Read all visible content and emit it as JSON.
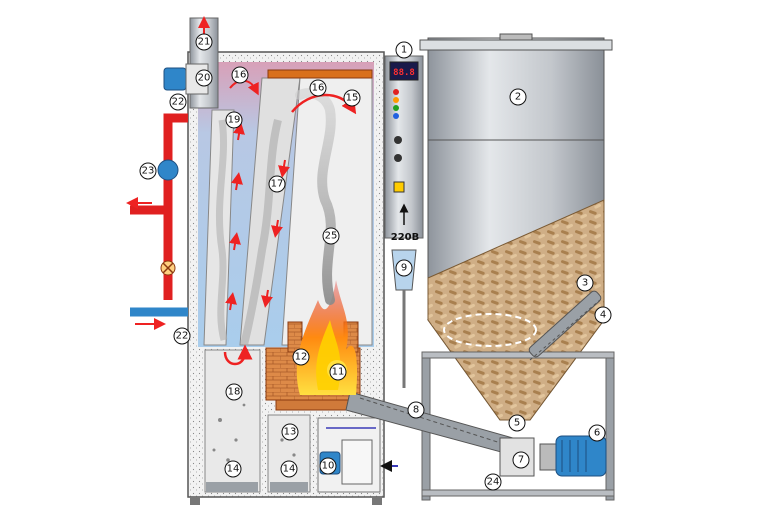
{
  "diagram": {
    "callouts": [
      "1",
      "2",
      "3",
      "4",
      "5",
      "6",
      "7",
      "8",
      "9",
      "10",
      "11",
      "12",
      "13",
      "14",
      "14",
      "15",
      "16",
      "16",
      "17",
      "18",
      "19",
      "20",
      "21",
      "22",
      "22",
      "23",
      "24",
      "25"
    ],
    "voltage_label": "220В",
    "display_readout": "88.8",
    "colors": {
      "steel": "#b8bcc2",
      "steel_dark": "#8a9098",
      "water": "#b9d4ec",
      "flue_hot": "#c98aa3",
      "brick": "#d98a4a",
      "pipe_red": "#e02020",
      "pipe_blue": "#2f86c9",
      "motor_blue": "#2f86c9",
      "pellet": "#c8a27a",
      "flame": "#ff7a10",
      "arrow_red": "#ee2222",
      "arrow_blue": "#3a3ab8"
    },
    "icons": [
      "motor-icon",
      "valve-icon",
      "pump-icon",
      "auger-icon",
      "fan-icon",
      "control-display-icon"
    ]
  }
}
